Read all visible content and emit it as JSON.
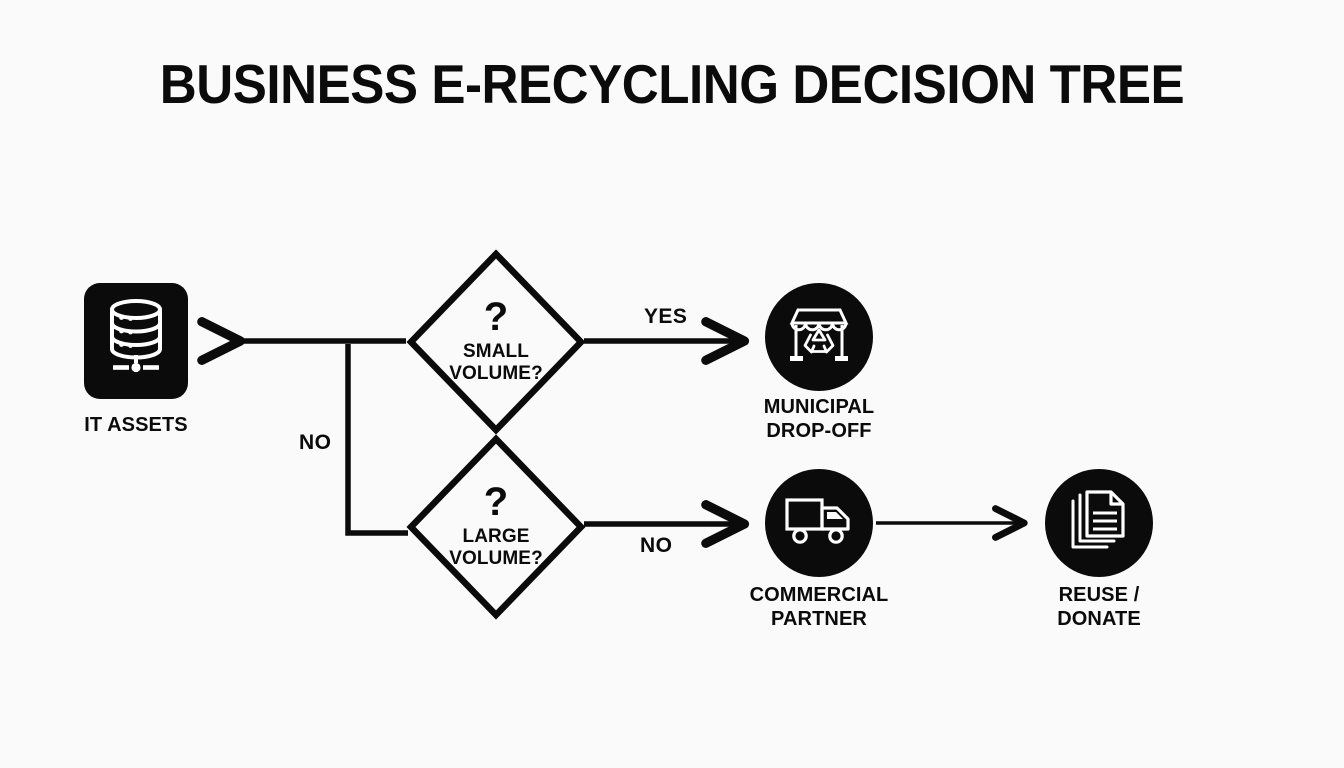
{
  "page": {
    "title": "BUSINESS E-RECYCLING DECISION TREE",
    "background_color": "#fafafa",
    "ink_color": "#0b0b0b"
  },
  "nodes": {
    "it_assets": {
      "label": "IT ASSETS",
      "icon": "server-database-icon",
      "shape": "rounded-square"
    },
    "small_volume": {
      "question_mark": "?",
      "label": "SMALL\nVOLUME?",
      "shape": "diamond"
    },
    "large_volume": {
      "question_mark": "?",
      "label": "LARGE\nVOLUME?",
      "shape": "diamond"
    },
    "municipal_dropoff": {
      "label": "MUNICIPAL\nDROP-OFF",
      "icon": "recycling-storefront-icon",
      "shape": "circle"
    },
    "commercial_partner": {
      "label": "COMMERCIAL\nPARTNER",
      "icon": "delivery-truck-icon",
      "shape": "circle"
    },
    "reuse_donate": {
      "label": "REUSE /\nDONATE",
      "icon": "documents-stack-icon",
      "shape": "circle"
    }
  },
  "edges": [
    {
      "id": "small-volume-to-it-assets",
      "from": "small_volume",
      "to": "it_assets",
      "label": "",
      "direction": "left"
    },
    {
      "id": "small-volume-yes-to-municipal",
      "from": "small_volume",
      "to": "municipal_dropoff",
      "label": "YES",
      "direction": "right"
    },
    {
      "id": "small-volume-no-to-large-volume",
      "from": "small_volume",
      "to": "large_volume",
      "label": "NO",
      "direction": "down"
    },
    {
      "id": "large-volume-no-to-commercial",
      "from": "large_volume",
      "to": "commercial_partner",
      "label": "NO",
      "direction": "right"
    },
    {
      "id": "commercial-to-reuse-donate",
      "from": "commercial_partner",
      "to": "reuse_donate",
      "label": "",
      "direction": "right"
    }
  ],
  "edge_labels": {
    "yes_small_volume": "YES",
    "no_small_volume": "NO",
    "no_large_volume": "NO"
  }
}
